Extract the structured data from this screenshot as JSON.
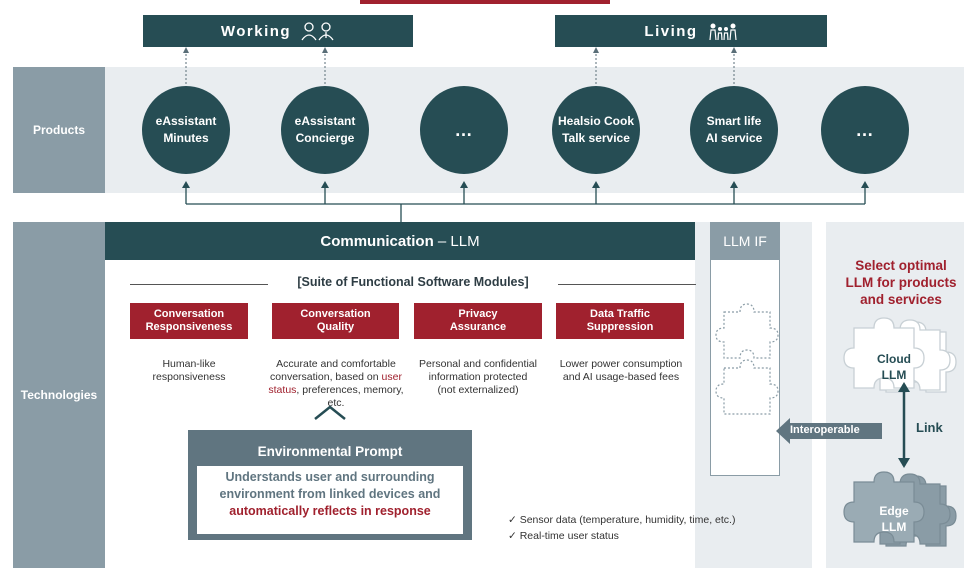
{
  "top": {
    "working_label": "Working",
    "living_label": "Living"
  },
  "products": {
    "side_label": "Products",
    "items": [
      {
        "label": "eAssistant\nMinutes"
      },
      {
        "label": "eAssistant\nConcierge"
      },
      {
        "label": "…"
      },
      {
        "label": "Healsio Cook\nTalk service"
      },
      {
        "label": "Smart life\nAI service"
      },
      {
        "label": "…"
      }
    ]
  },
  "technologies": {
    "side_label": "Technologies",
    "communication_bold": "Communication",
    "communication_rest": " – LLM",
    "llm_if_label": "LLM IF",
    "suite_title": "[Suite of Functional Software Modules]",
    "modules": [
      {
        "title": "Conversation\nResponsiveness",
        "desc": "Human-like\nresponsiveness"
      },
      {
        "title": "Conversation\nQuality",
        "desc_before": "Accurate and comfortable\nconversation, based on ",
        "desc_highlight": "user\nstatus",
        "desc_after": ", preferences, memory, etc."
      },
      {
        "title": "Privacy\nAssurance",
        "desc": "Personal and confidential\ninformation protected\n(not externalized)"
      },
      {
        "title": "Data Traffic\nSuppression",
        "desc": "Lower power consumption\nand AI usage-based fees"
      }
    ],
    "env_prompt": {
      "title": "Environmental Prompt",
      "body": "Understands user and surrounding\nenvironment from linked devices and",
      "body_highlight": "automatically reflects in response"
    },
    "checks": [
      "Sensor data (temperature, humidity, time, etc.)",
      "Real-time user status"
    ]
  },
  "right_panel": {
    "title": "Select optimal\nLLM for products\nand services",
    "cloud_label": "Cloud\nLLM",
    "edge_label": "Edge\nLLM",
    "link_label": "Link",
    "interoperable_label": "Interoperable"
  },
  "colors": {
    "dark_teal": "#264d54",
    "accent_red": "#a0212e",
    "side_gray": "#8a9ca6",
    "band_gray": "#e9edf0"
  }
}
